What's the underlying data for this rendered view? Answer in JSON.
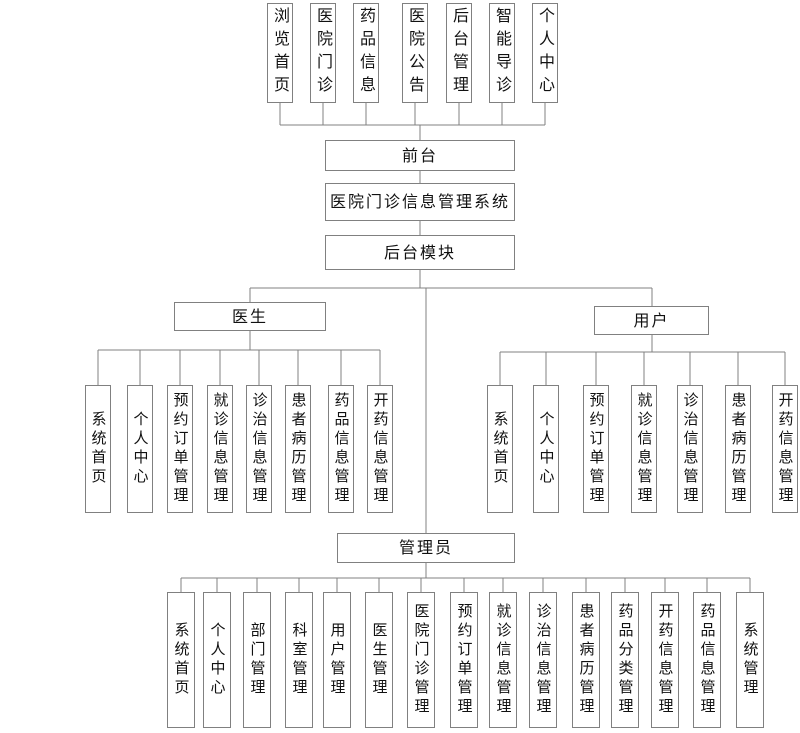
{
  "diagram": {
    "root_label": "医院门诊信息管理系统",
    "front": {
      "label": "前台",
      "modules": [
        "浏览首页",
        "医院门诊",
        "药品信息",
        "医院公告",
        "后台管理",
        "智能导诊",
        "个人中心"
      ]
    },
    "backend": {
      "label": "后台模块",
      "roles": [
        {
          "label": "医生",
          "children": [
            "系统首页",
            "个人中心",
            "预约订单管理",
            "就诊信息管理",
            "诊治信息管理",
            "患者病历管理",
            "药品信息管理",
            "开药信息管理"
          ]
        },
        {
          "label": "用户",
          "children": [
            "系统首页",
            "个人中心",
            "预约订单管理",
            "就诊信息管理",
            "诊治信息管理",
            "患者病历管理",
            "开药信息管理"
          ]
        },
        {
          "label": "管理员",
          "children": [
            "系统首页",
            "个人中心",
            "部门管理",
            "科室管理",
            "用户管理",
            "医生管理",
            "医院门诊管理",
            "预约订单管理",
            "就诊信息管理",
            "诊治信息管理",
            "患者病历管理",
            "药品分类管理",
            "开药信息管理",
            "药品信息管理",
            "系统管理"
          ]
        }
      ]
    }
  },
  "colors": {
    "background": "#ffffff",
    "box_border": "#808080",
    "connector": "#808080",
    "text": "#111111"
  }
}
